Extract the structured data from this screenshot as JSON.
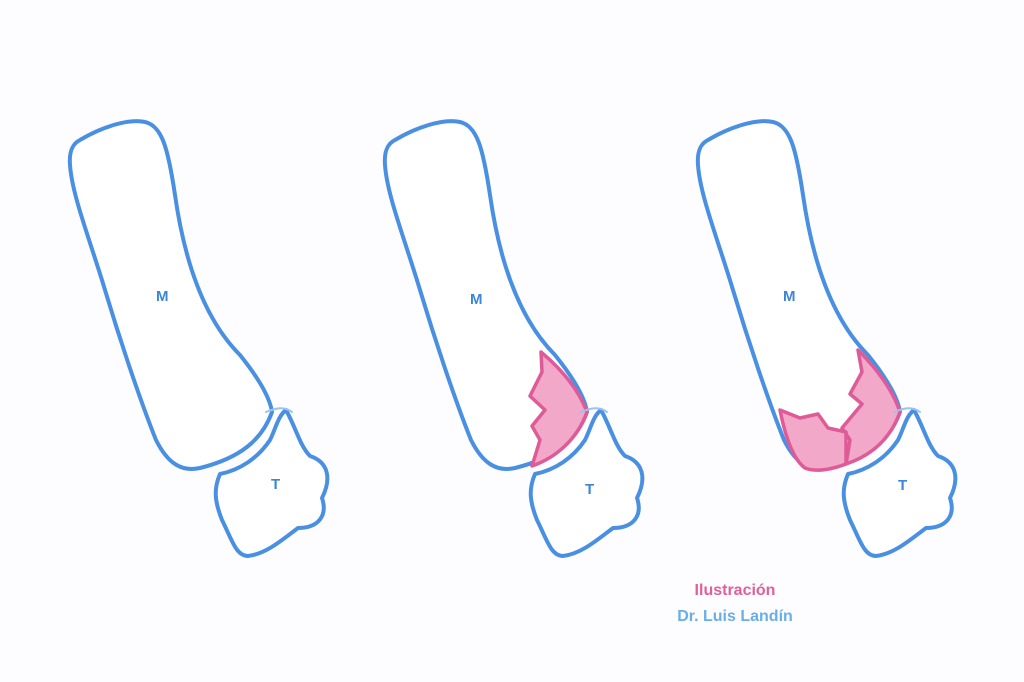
{
  "figure": {
    "panels": [
      {
        "metacarpal_label": "M",
        "phalanx_label": "T",
        "fracture": "none"
      },
      {
        "metacarpal_label": "M",
        "phalanx_label": "T",
        "fracture": "single"
      },
      {
        "metacarpal_label": "M",
        "phalanx_label": "T",
        "fracture": "comminuted"
      }
    ]
  },
  "credit": {
    "line1": "Ilustración",
    "line2": "Dr. Luis Landín",
    "line1_color": "#e0609a",
    "line2_color": "#6aaee8"
  },
  "colors": {
    "bone_outline": "#4a90e2",
    "fracture_fill": "#f2a9c9",
    "fracture_outline": "#de5b97"
  }
}
